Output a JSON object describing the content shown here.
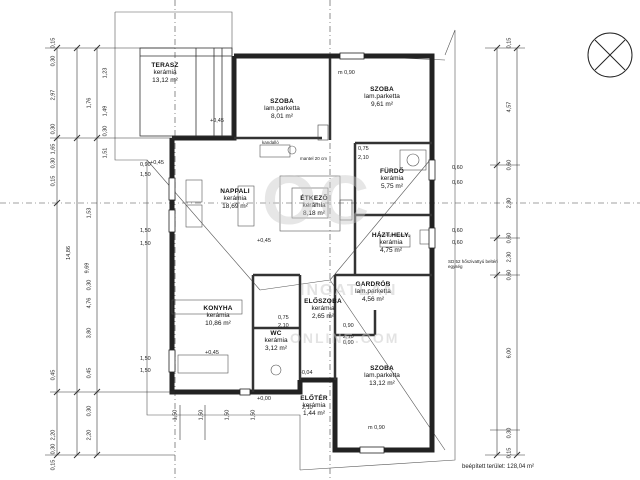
{
  "rooms": [
    {
      "key": "terasz",
      "name": "TERASZ",
      "floor": "kerámia",
      "area": "13,12 m²"
    },
    {
      "key": "szoba1",
      "name": "SZOBA",
      "floor": "lam.parketta",
      "area": "8,01 m²"
    },
    {
      "key": "szoba2",
      "name": "SZOBA",
      "floor": "lam.parketta",
      "area": "9,61 m²"
    },
    {
      "key": "furdo",
      "name": "FÜRDŐ",
      "floor": "kerámia",
      "area": "5,75 m²"
    },
    {
      "key": "nappali",
      "name": "NAPPALI",
      "floor": "kerámia",
      "area": "18,69 m²"
    },
    {
      "key": "etkezo",
      "name": "ÉTKEZŐ",
      "floor": "kerámia",
      "area": "8,18 m²"
    },
    {
      "key": "haztHely",
      "name": "HÁZT.HELY.",
      "floor": "kerámia",
      "area": "4,75 m²"
    },
    {
      "key": "gardrob",
      "name": "GARDRÓB",
      "floor": "lam.parketta",
      "area": "4,56 m²"
    },
    {
      "key": "eloszoba",
      "name": "ELŐSZOBA",
      "floor": "kerámia",
      "area": "2,65 m²"
    },
    {
      "key": "konyha",
      "name": "KONYHA",
      "floor": "kerámia",
      "area": "10,86 m²"
    },
    {
      "key": "wc",
      "name": "WC",
      "floor": "kerámia",
      "area": "3,12 m²"
    },
    {
      "key": "szoba3",
      "name": "SZOBA",
      "floor": "lam.parketta",
      "area": "13,12 m²"
    },
    {
      "key": "eloter",
      "name": "ELŐTÉR",
      "floor": "kerámia",
      "area": "1,44 m²"
    }
  ],
  "levels": [
    "+0,45",
    "+0,45",
    "+0,45",
    "+0,45",
    "+0,00",
    "-0,04"
  ],
  "notes": {
    "builtArea": "beépített terület: 128,04 m²",
    "chimney": "SD 52 hőszivattyú beltéri egység",
    "hall": "kandalló",
    "mantel": "mantel 20 cm"
  },
  "openings": {
    "top": "m 0,90",
    "bottom": "m 0,90",
    "right": [
      "0,60",
      "0,60",
      "0,60",
      "0,60"
    ],
    "left": [
      "1,50",
      "1,50",
      "1,50",
      "1,50",
      "0,90",
      "1,50"
    ],
    "doors": [
      "0,75",
      "2,10",
      "0,90",
      "2,10",
      "0,75",
      "2,10",
      "0,90",
      "2,10"
    ]
  },
  "dims": {
    "leftOuter": [
      "0,15",
      "0,30",
      "2,97",
      "0,30",
      "1,65",
      "0,30",
      "0,15",
      "2,20",
      "0,45",
      "0,30",
      "0,15"
    ],
    "leftMid": [
      "1,23",
      "1,49",
      "0,30",
      "1,51",
      "1,76",
      "1,53",
      "0,30",
      "4,76",
      "3,80",
      "0,45",
      "2,20",
      "0,30"
    ],
    "leftTotal": [
      "14,86",
      "9,69"
    ],
    "rightSide": [
      "0,15",
      "4,57",
      "0,60",
      "2,30",
      "0,60",
      "2,30",
      "0,60",
      "6,00",
      "0,30",
      "0,15"
    ],
    "bottom": [
      "1,50",
      "1,50",
      "1,50",
      "1,50"
    ]
  },
  "watermark": {
    "big": "OC",
    "line1": "INGATLAN",
    "line2": "ONLINE.COM"
  }
}
